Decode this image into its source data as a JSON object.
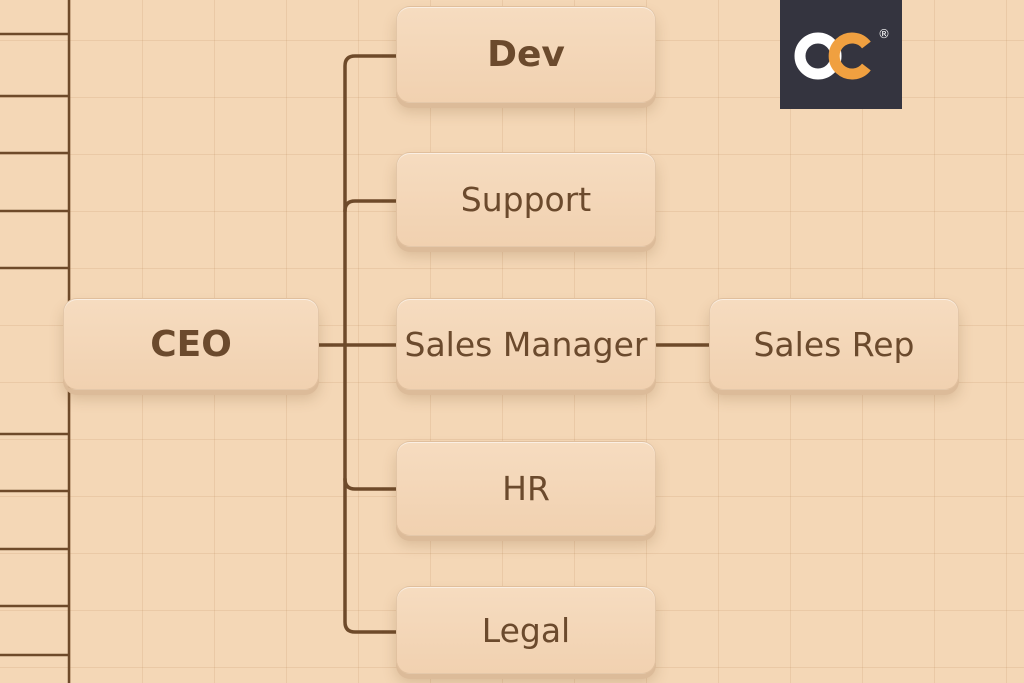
{
  "diagram": {
    "root": {
      "label": "CEO"
    },
    "children": [
      {
        "id": "dev",
        "label": "Dev"
      },
      {
        "id": "support",
        "label": "Support"
      },
      {
        "id": "sales-manager",
        "label": "Sales Manager"
      },
      {
        "id": "hr",
        "label": "HR"
      },
      {
        "id": "legal",
        "label": "Legal"
      }
    ],
    "grandchildren": [
      {
        "id": "sales-rep",
        "label": "Sales Rep",
        "parent": "sales-manager"
      }
    ]
  },
  "logo": {
    "text": "OC",
    "registered_mark": "®",
    "colors": {
      "background": "#34343f",
      "o": "#ffffff",
      "c": "#f0a040"
    }
  },
  "colors": {
    "background": "#f4d7b6",
    "node": "#f3d5b6",
    "text": "#6b4a2d",
    "connector": "#6e4a2a"
  }
}
